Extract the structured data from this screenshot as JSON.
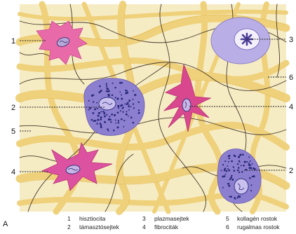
{
  "figure_letter": "A",
  "pointer_labels": {
    "left": [
      "1",
      "2",
      "5",
      "4"
    ],
    "right": [
      "3",
      "6",
      "4",
      "2"
    ]
  },
  "legend": [
    {
      "num": "1",
      "text": "hisztiocita"
    },
    {
      "num": "2",
      "text": "támasztósejtek"
    },
    {
      "num": "3",
      "text": "plazmasejtek"
    },
    {
      "num": "4",
      "text": "fibrociták"
    },
    {
      "num": "5",
      "text": "kollagén rostok"
    },
    {
      "num": "6",
      "text": "rugalmas rostok"
    }
  ],
  "colors": {
    "background": "#f6ecc4",
    "collagen": "#f0d27a",
    "elastic_fiber": "#4a3a2a",
    "histiocyte": "#e86aa8",
    "fibrocyte": "#d9488e",
    "mast_cell": "#8d7fd0",
    "plasma_cell": "#b9aee6",
    "nucleus_dark": "#2a2a7a"
  }
}
